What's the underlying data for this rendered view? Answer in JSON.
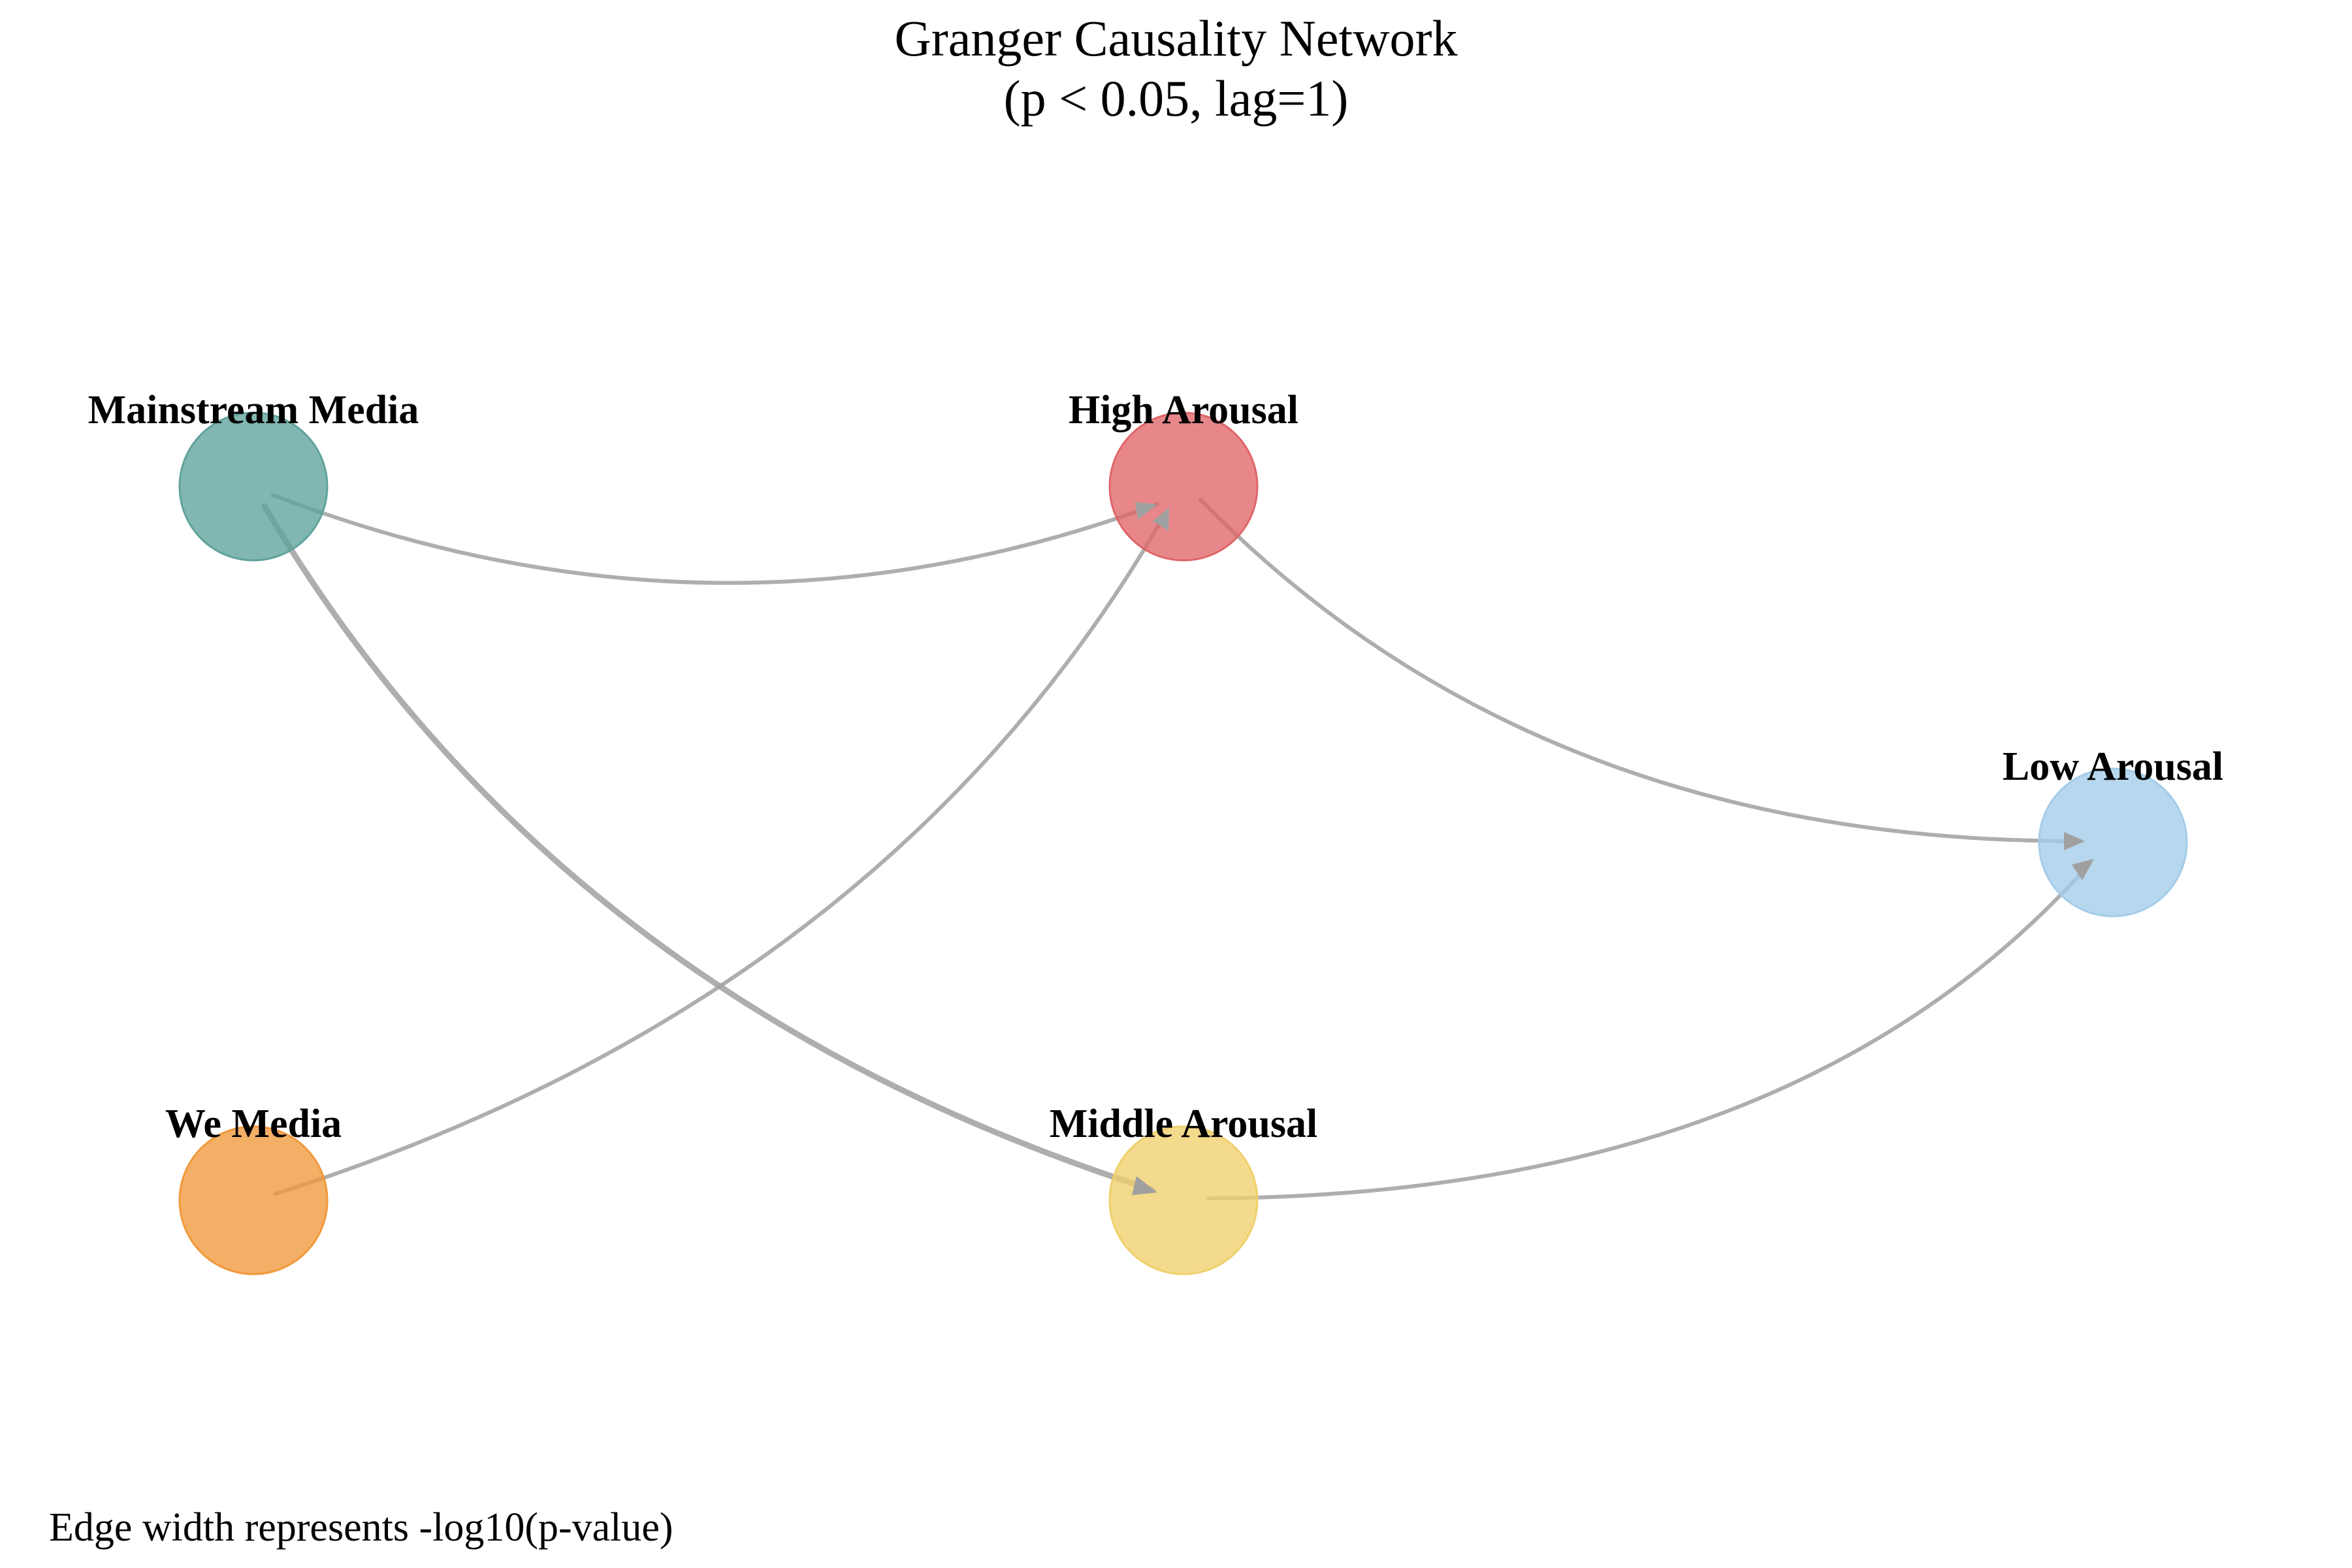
{
  "diagram": {
    "title_line_1": "Granger Causality Network",
    "title_line_2": "(p < 0.05, lag=1)",
    "footnote": "Edge width represents -log10(p-value)",
    "edge_color": "#a0a0a0",
    "nodes": [
      {
        "id": "mainstream",
        "label": "Mainstream Media",
        "color": "#5fa39b"
      },
      {
        "id": "high",
        "label": "High Arousal",
        "color": "#e06569"
      },
      {
        "id": "low",
        "label": "Low Arousal",
        "color": "#a3cce9"
      },
      {
        "id": "we",
        "label": "We Media",
        "color": "#f1983b"
      },
      {
        "id": "middle",
        "label": "Middle Arousal",
        "color": "#efd06b"
      }
    ],
    "edges": [
      {
        "from": "mainstream",
        "to": "high"
      },
      {
        "from": "mainstream",
        "to": "middle"
      },
      {
        "from": "we",
        "to": "high"
      },
      {
        "from": "high",
        "to": "low"
      },
      {
        "from": "middle",
        "to": "low"
      }
    ]
  }
}
